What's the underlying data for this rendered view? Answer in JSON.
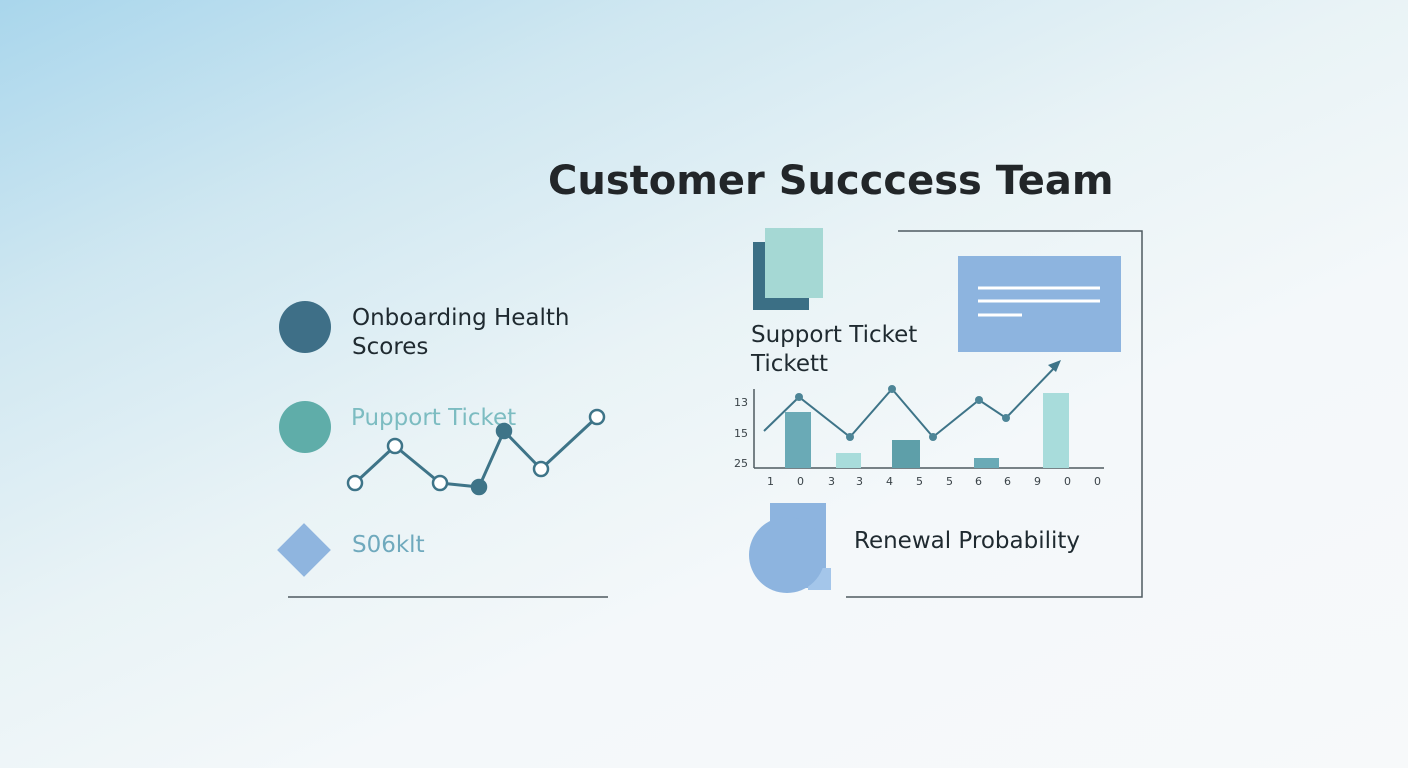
{
  "title": "Customer Succcess Team",
  "left_panel": {
    "items": [
      {
        "label_line1": "Onboarding Health",
        "label_line2": "Scores",
        "color": "#3e6f87"
      },
      {
        "label": "Pupport Ticket",
        "color": "#5fada9"
      },
      {
        "label": "S06klt",
        "color": "#8fb5df"
      }
    ],
    "line_color": "#3e7488"
  },
  "right_panel": {
    "support_label_line1": "Support Ticket",
    "support_label_line2": "Tickett",
    "renewal_label": "Renewal Probability",
    "y_ticks": [
      "13",
      "15",
      "25"
    ],
    "x_ticks": [
      "1",
      "0",
      "3",
      "3",
      "4",
      "5",
      "5",
      "6",
      "6",
      "9",
      "0",
      "0"
    ],
    "accent_dark": "#3b6f85",
    "accent_teal": "#a5d8d4",
    "accent_blue": "#8db4df"
  }
}
